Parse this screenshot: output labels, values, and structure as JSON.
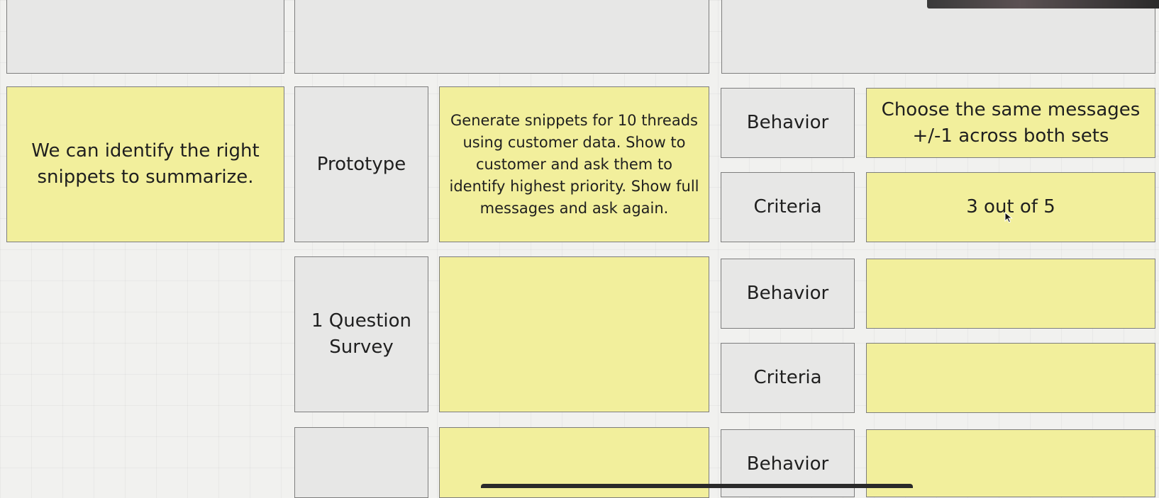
{
  "notes": {
    "assumption": "We can identify the right snippets to summarize.",
    "prototype_label": "Prototype",
    "prototype_desc": "Generate snippets for 10 threads using customer data. Show to customer and ask them to identify highest priority. Show full messages and ask again.",
    "survey_label": "1 Question Survey"
  },
  "rows": [
    {
      "behavior_label": "Behavior",
      "behavior_value": "Choose the same messages +/-1 across both sets",
      "criteria_label": "Criteria",
      "criteria_value": "3 out of 5"
    },
    {
      "behavior_label": "Behavior",
      "behavior_value": "",
      "criteria_label": "Criteria",
      "criteria_value": ""
    },
    {
      "behavior_label": "Behavior",
      "behavior_value": ""
    }
  ],
  "colors": {
    "sticky_yellow": "#f2ef9c",
    "card_grey": "#e7e7e6",
    "canvas": "#f1f1ef"
  },
  "icons": {
    "cursor": "mouse-pointer-icon"
  }
}
